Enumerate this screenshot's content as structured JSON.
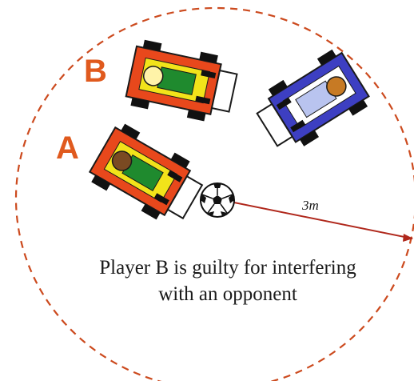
{
  "diagram": {
    "boundary_circle_color": "#cc4a1e",
    "radius_label": "3m",
    "radius_line_color": "#b0281c",
    "label_color": "#e05a1e",
    "caption_line1": "Player B is guilty for interfering",
    "caption_line2": "with an opponent",
    "ball": {
      "name": "soccer-ball",
      "icon": "soccer-ball-icon"
    },
    "robots": [
      {
        "id": "B",
        "label": "B",
        "team": "red",
        "body_color": "#e8481c",
        "inner_color": "#f2e31a",
        "seat_color": "#1f8a2e",
        "head_color": "#fff3a8"
      },
      {
        "id": "A",
        "label": "A",
        "team": "red",
        "body_color": "#e8481c",
        "inner_color": "#f2e31a",
        "seat_color": "#1f8a2e",
        "head_color": "#7a4a22"
      },
      {
        "id": "opponent",
        "label": "",
        "team": "blue",
        "body_color": "#3d3fc2",
        "inner_color": "#ffffff",
        "seat_color": "#b9c4ef",
        "head_color": "#c77a24"
      }
    ]
  }
}
